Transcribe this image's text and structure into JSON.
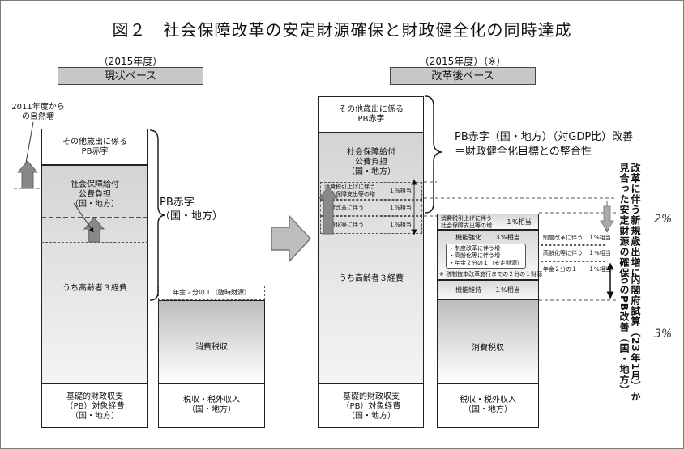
{
  "title": "図２　社会保障改革の安定財源確保と財政健全化の同時達成",
  "left": {
    "year": "（2015年度）",
    "header": "現状ベース",
    "natural_increase": "2011年度から\nの自然増",
    "bar1": {
      "top": "その他歳出に係る\nPB赤字",
      "social": "社会保障給付\n公費負担\n（国・地方）",
      "elderly": "うち高齢者３経費",
      "base": "基礎的財政収支\n（PB）対象経費\n（国・地方）"
    },
    "pb_deficit": "PB赤字\n（国・地方）",
    "bar2": {
      "pension": "年金２分の１（臨時財源）",
      "tax": "消費税収",
      "base": "税収・税外収入\n（国・地方）"
    }
  },
  "right": {
    "year": "（2015年度）（※）",
    "header": "改革後ベース",
    "pb_note": "PB赤字（国・地方）（対GDP比）改善\n＝財政健全化目標との整合性",
    "bar1": {
      "top": "その他歳出に係る\nPB赤字",
      "social": "社会保障給付\n公費負担\n（国・地方）",
      "r1": "消費税引上げに伴う\n社会保障支出等の増",
      "r1v": "１%相当",
      "r2": "制度改革に伴う",
      "r2v": "１%相当",
      "r3": "高齢化等に伴う",
      "r3v": "１%相当",
      "elderly": "うち高齢者３経費",
      "base": "基礎的財政収支\n（PB）対象経費\n（国・地方）"
    },
    "bar2": {
      "s1": "消費税引上げに伴う\n社会保障支出等の増",
      "s1v": "１%相当",
      "f_head": "機能強化　　３%相当",
      "f_items": "・制度改革に伴う増\n・高齢化等に伴う増\n・年金２分の１（安定財源）",
      "f_note": "※ 税制抜本改革施行までの２分の１財源",
      "maint": "機能維持　　１%相当",
      "tax": "消費税収",
      "base": "税収・税外収入\n（国・地方）"
    },
    "side1": "制度改革に伴う　１%相当",
    "side2": "高齢化等に伴う　１%相当",
    "side3": "年金２分の１　　１%相当",
    "vert1": "改革に伴う新規歳出増に\n見合った安定財源の確保",
    "vert2": "内閣府試算（23年1月）か\nらのPB改善（国・地方）",
    "pct1": "2%",
    "pct2": "3%"
  }
}
